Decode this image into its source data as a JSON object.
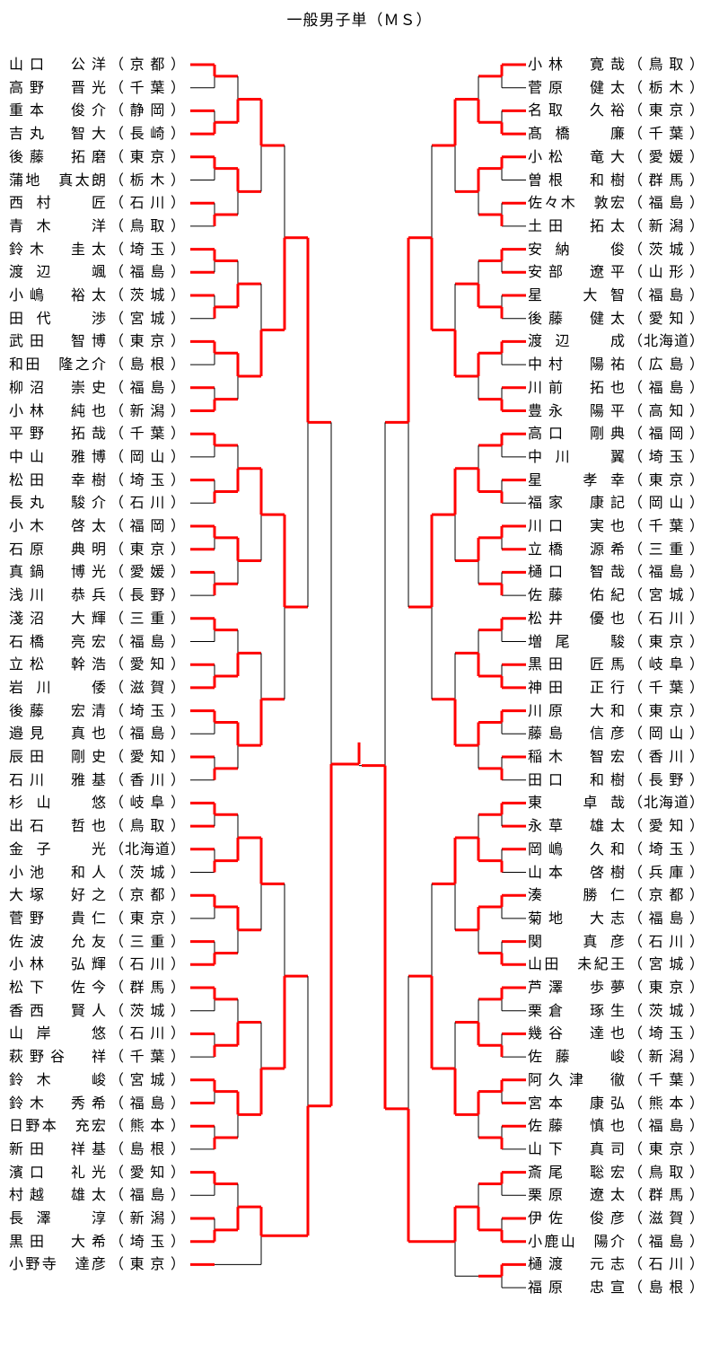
{
  "title": "一般男子単（ＭＳ）",
  "colors": {
    "winner_line": "#ff0000",
    "loser_line": "#000000",
    "text": "#000000"
  },
  "left": [
    {
      "name": "山口　公洋",
      "pref": "（京都）"
    },
    {
      "name": "高野　晋光",
      "pref": "（千葉）"
    },
    {
      "name": "重本　俊介",
      "pref": "（静岡）"
    },
    {
      "name": "吉丸　智大",
      "pref": "（長崎）"
    },
    {
      "name": "後藤　拓磨",
      "pref": "（東京）"
    },
    {
      "name": "蒲地　真太朗",
      "pref": "（栃木）"
    },
    {
      "name": "西村　匠",
      "pref": "（石川）"
    },
    {
      "name": "青木　洋",
      "pref": "（鳥取）"
    },
    {
      "name": "鈴木　圭太",
      "pref": "（埼玉）"
    },
    {
      "name": "渡辺　颯",
      "pref": "（福島）"
    },
    {
      "name": "小嶋　裕太",
      "pref": "（茨城）"
    },
    {
      "name": "田代　渉",
      "pref": "（宮城）"
    },
    {
      "name": "武田　智博",
      "pref": "（東京）"
    },
    {
      "name": "和田　隆之介",
      "pref": "（島根）"
    },
    {
      "name": "柳沼　崇史",
      "pref": "（福島）"
    },
    {
      "name": "小林　純也",
      "pref": "（新潟）"
    },
    {
      "name": "平野　拓哉",
      "pref": "（千葉）"
    },
    {
      "name": "中山　雅博",
      "pref": "（岡山）"
    },
    {
      "name": "松田　幸樹",
      "pref": "（埼玉）"
    },
    {
      "name": "長丸　駿介",
      "pref": "（石川）"
    },
    {
      "name": "小木　啓太",
      "pref": "（福岡）"
    },
    {
      "name": "石原　典明",
      "pref": "（東京）"
    },
    {
      "name": "真鍋　博光",
      "pref": "（愛媛）"
    },
    {
      "name": "浅川　恭兵",
      "pref": "（長野）"
    },
    {
      "name": "淺沼　大輝",
      "pref": "（三重）"
    },
    {
      "name": "石橋　亮宏",
      "pref": "（福島）"
    },
    {
      "name": "立松　幹浩",
      "pref": "（愛知）"
    },
    {
      "name": "岩川　倭",
      "pref": "（滋賀）"
    },
    {
      "name": "後藤　宏清",
      "pref": "（埼玉）"
    },
    {
      "name": "邉見　真也",
      "pref": "（福島）"
    },
    {
      "name": "辰田　剛史",
      "pref": "（愛知）"
    },
    {
      "name": "石川　雅基",
      "pref": "（香川）"
    },
    {
      "name": "杉山　悠",
      "pref": "（岐阜）"
    },
    {
      "name": "出石　哲也",
      "pref": "（鳥取）"
    },
    {
      "name": "金子　光",
      "pref": "（北海道）"
    },
    {
      "name": "小池　和人",
      "pref": "（茨城）"
    },
    {
      "name": "大塚　好之",
      "pref": "（京都）"
    },
    {
      "name": "菅野　貴仁",
      "pref": "（東京）"
    },
    {
      "name": "佐波　允友",
      "pref": "（三重）"
    },
    {
      "name": "小林　弘輝",
      "pref": "（石川）"
    },
    {
      "name": "松下　佐今",
      "pref": "（群馬）"
    },
    {
      "name": "香西　賢人",
      "pref": "（茨城）"
    },
    {
      "name": "山岸　悠",
      "pref": "（石川）"
    },
    {
      "name": "萩野谷　祥",
      "pref": "（千葉）"
    },
    {
      "name": "鈴木　峻",
      "pref": "（宮城）"
    },
    {
      "name": "鈴木　秀希",
      "pref": "（福島）"
    },
    {
      "name": "日野本　充宏",
      "pref": "（熊本）"
    },
    {
      "name": "新田　祥基",
      "pref": "（島根）"
    },
    {
      "name": "濱口　礼光",
      "pref": "（愛知）"
    },
    {
      "name": "村越　雄太",
      "pref": "（福島）"
    },
    {
      "name": "長澤　淳",
      "pref": "（新潟）"
    },
    {
      "name": "黒田　大希",
      "pref": "（埼玉）"
    },
    {
      "name": "小野寺　達彦",
      "pref": "（東京）"
    }
  ],
  "right": [
    {
      "name": "小林　寛哉",
      "pref": "（鳥取）"
    },
    {
      "name": "菅原　健太",
      "pref": "（栃木）"
    },
    {
      "name": "名取　久裕",
      "pref": "（東京）"
    },
    {
      "name": "髙橋　廉",
      "pref": "（千葉）"
    },
    {
      "name": "小松　竜大",
      "pref": "（愛媛）"
    },
    {
      "name": "曽根　和樹",
      "pref": "（群馬）"
    },
    {
      "name": "佐々木　敦宏",
      "pref": "（福島）"
    },
    {
      "name": "土田　拓太",
      "pref": "（新潟）"
    },
    {
      "name": "安納　俊",
      "pref": "（茨城）"
    },
    {
      "name": "安部　遼平",
      "pref": "（山形）"
    },
    {
      "name": "星　大智",
      "pref": "（福島）"
    },
    {
      "name": "後藤　健太",
      "pref": "（愛知）"
    },
    {
      "name": "渡辺　成",
      "pref": "（北海道）"
    },
    {
      "name": "中村　陽祐",
      "pref": "（広島）"
    },
    {
      "name": "川前　拓也",
      "pref": "（福島）"
    },
    {
      "name": "豊永　陽平",
      "pref": "（高知）"
    },
    {
      "name": "高口　剛典",
      "pref": "（福岡）"
    },
    {
      "name": "中川　翼",
      "pref": "（埼玉）"
    },
    {
      "name": "星　孝幸",
      "pref": "（東京）"
    },
    {
      "name": "福家　康記",
      "pref": "（岡山）"
    },
    {
      "name": "川口　実也",
      "pref": "（千葉）"
    },
    {
      "name": "立橋　源希",
      "pref": "（三重）"
    },
    {
      "name": "樋口　智哉",
      "pref": "（福島）"
    },
    {
      "name": "佐藤　佑紀",
      "pref": "（宮城）"
    },
    {
      "name": "松井　優也",
      "pref": "（石川）"
    },
    {
      "name": "増尾　駿",
      "pref": "（東京）"
    },
    {
      "name": "黒田　匠馬",
      "pref": "（岐阜）"
    },
    {
      "name": "神田　正行",
      "pref": "（千葉）"
    },
    {
      "name": "川原　大和",
      "pref": "（東京）"
    },
    {
      "name": "藤島　信彦",
      "pref": "（岡山）"
    },
    {
      "name": "稲木　智宏",
      "pref": "（香川）"
    },
    {
      "name": "田口　和樹",
      "pref": "（長野）"
    },
    {
      "name": "東　卓哉",
      "pref": "（北海道）"
    },
    {
      "name": "永草　雄太",
      "pref": "（愛知）"
    },
    {
      "name": "岡嶋　久和",
      "pref": "（埼玉）"
    },
    {
      "name": "山本　啓樹",
      "pref": "（兵庫）"
    },
    {
      "name": "湊　勝仁",
      "pref": "（京都）"
    },
    {
      "name": "菊地　大志",
      "pref": "（福島）"
    },
    {
      "name": "関　真彦",
      "pref": "（石川）"
    },
    {
      "name": "山田　未紀王",
      "pref": "（宮城）"
    },
    {
      "name": "芦澤　歩夢",
      "pref": "（東京）"
    },
    {
      "name": "栗倉　琢生",
      "pref": "（茨城）"
    },
    {
      "name": "幾谷　達也",
      "pref": "（埼玉）"
    },
    {
      "name": "佐藤　峻",
      "pref": "（新潟）"
    },
    {
      "name": "阿久津　徹",
      "pref": "（千葉）"
    },
    {
      "name": "宮本　康弘",
      "pref": "（熊本）"
    },
    {
      "name": "佐藤　慎也",
      "pref": "（福島）"
    },
    {
      "name": "山下　真司",
      "pref": "（東京）"
    },
    {
      "name": "斎尾　聡宏",
      "pref": "（鳥取）"
    },
    {
      "name": "栗原　遼太",
      "pref": "（群馬）"
    },
    {
      "name": "伊佐　俊彦",
      "pref": "（滋賀）"
    },
    {
      "name": "小鹿山　陽介",
      "pref": "（福島）"
    },
    {
      "name": "樋渡　元志",
      "pref": "（石川）"
    },
    {
      "name": "福原　忠宣",
      "pref": "（島根）"
    }
  ]
}
